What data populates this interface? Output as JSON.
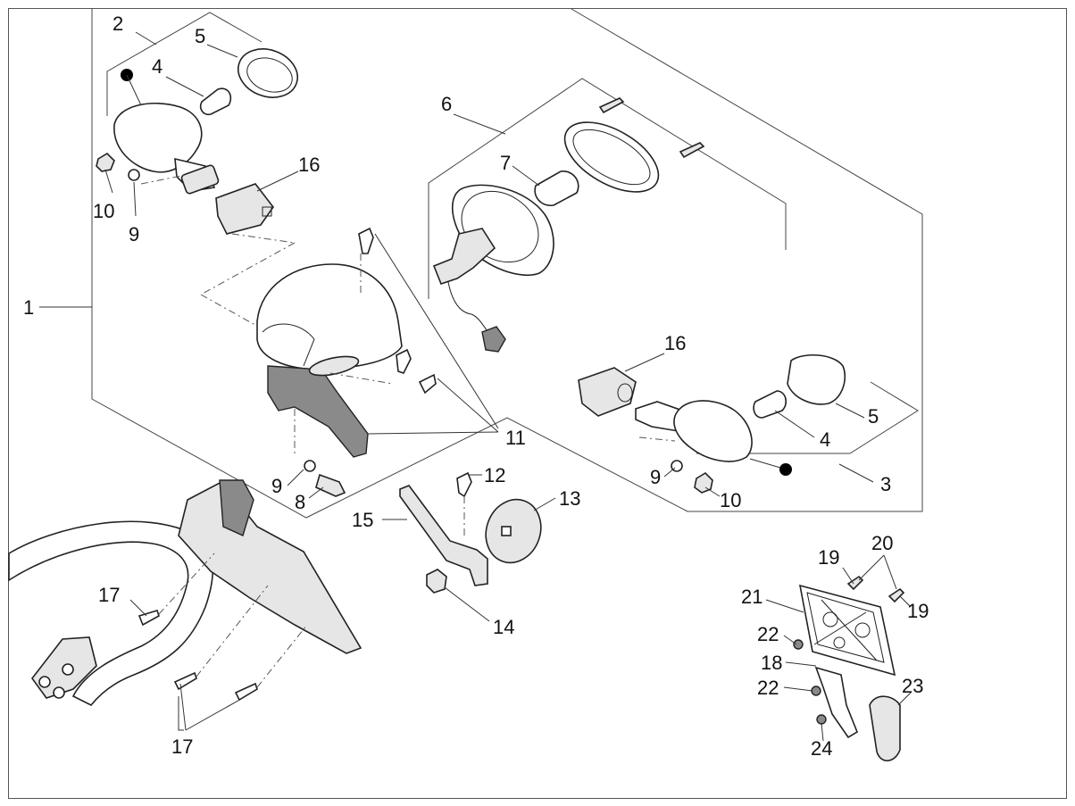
{
  "diagram": {
    "callouts": [
      {
        "id": "c1",
        "label": "1"
      },
      {
        "id": "c2",
        "label": "2"
      },
      {
        "id": "c3",
        "label": "3"
      },
      {
        "id": "c4a",
        "label": "4"
      },
      {
        "id": "c4b",
        "label": "4"
      },
      {
        "id": "c5a",
        "label": "5"
      },
      {
        "id": "c5b",
        "label": "5"
      },
      {
        "id": "c6",
        "label": "6"
      },
      {
        "id": "c7",
        "label": "7"
      },
      {
        "id": "c8",
        "label": "8"
      },
      {
        "id": "c9a",
        "label": "9"
      },
      {
        "id": "c9b",
        "label": "9"
      },
      {
        "id": "c9c",
        "label": "9"
      },
      {
        "id": "c10a",
        "label": "10"
      },
      {
        "id": "c10b",
        "label": "10"
      },
      {
        "id": "c11",
        "label": "11"
      },
      {
        "id": "c12",
        "label": "12"
      },
      {
        "id": "c13",
        "label": "13"
      },
      {
        "id": "c14",
        "label": "14"
      },
      {
        "id": "c15",
        "label": "15"
      },
      {
        "id": "c16a",
        "label": "16"
      },
      {
        "id": "c16b",
        "label": "16"
      },
      {
        "id": "c17a",
        "label": "17"
      },
      {
        "id": "c17b",
        "label": "17"
      },
      {
        "id": "c18",
        "label": "18"
      },
      {
        "id": "c19a",
        "label": "19"
      },
      {
        "id": "c19b",
        "label": "19"
      },
      {
        "id": "c20",
        "label": "20"
      },
      {
        "id": "c21",
        "label": "21"
      },
      {
        "id": "c22a",
        "label": "22"
      },
      {
        "id": "c22b",
        "label": "22"
      },
      {
        "id": "c23",
        "label": "23"
      },
      {
        "id": "c24",
        "label": "24"
      }
    ]
  }
}
